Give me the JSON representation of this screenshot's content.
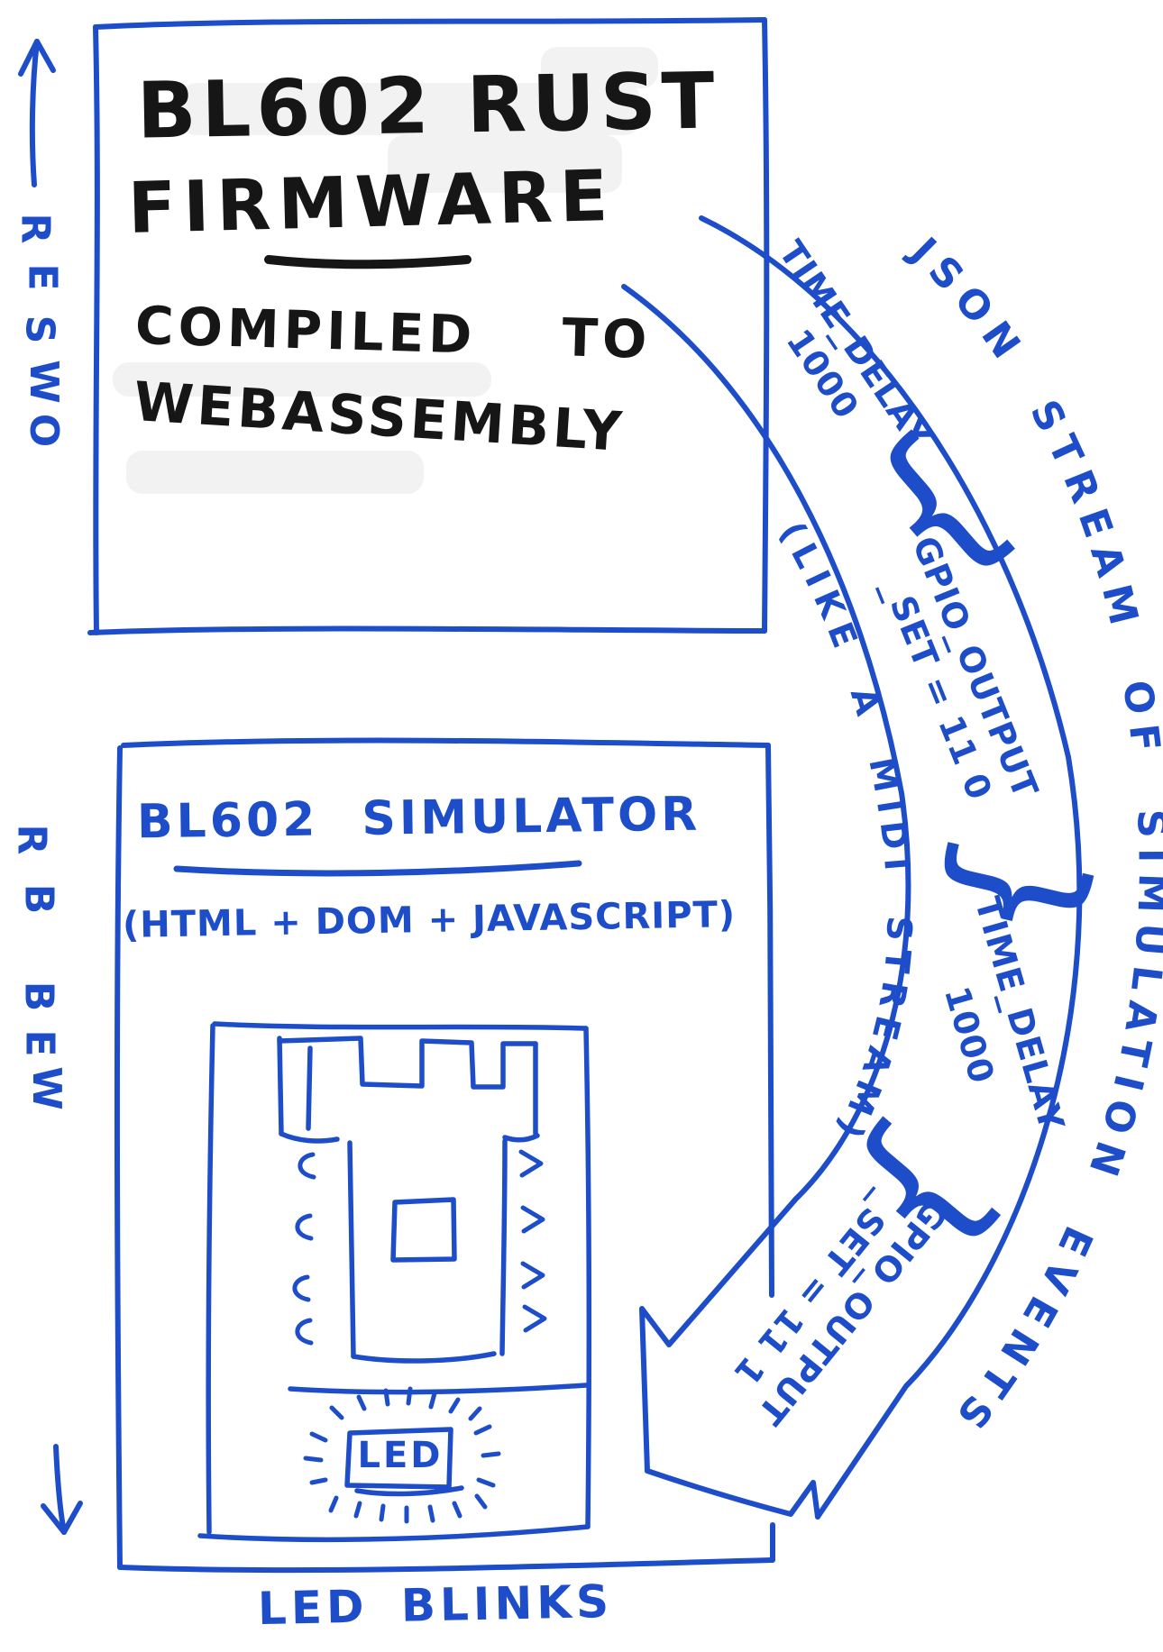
{
  "colors": {
    "ink_blue": "#1d4dc8",
    "ink_black": "#161616",
    "paper": "#ffffff"
  },
  "left_rail": {
    "label": "WEB BROWSER",
    "letters": [
      "R",
      "E",
      "S",
      "W",
      "O",
      "R",
      "B",
      "B",
      "E",
      "W"
    ]
  },
  "firmware_box": {
    "title_line1": "BL602 RUST",
    "title_line2": "FIRMWARE",
    "body_line1": "COMPILED TO",
    "body_line2": "WEBASSEMBLY"
  },
  "simulator_box": {
    "title": "BL602 SIMULATOR",
    "subtitle": "(HTML + DOM + JAVASCRIPT)",
    "led_label": "LED",
    "caption": "LED BLINKS"
  },
  "arrow": {
    "outer_label": "JSON STREAM OF SIMULATION EVENTS",
    "inner_label": "(LIKE A MIDI STREAM)",
    "brace_glyph": "{",
    "events": [
      {
        "line1": "TIME_DELAY",
        "line2": "1000"
      },
      {
        "line1": "GPIO_OUTPUT",
        "line2": "_SET = 11 0"
      },
      {
        "line1": "TIME_DELAY",
        "line2": "1000"
      },
      {
        "line1": "GPIO_OUTPUT",
        "line2": "_SET = 11 1"
      }
    ]
  }
}
